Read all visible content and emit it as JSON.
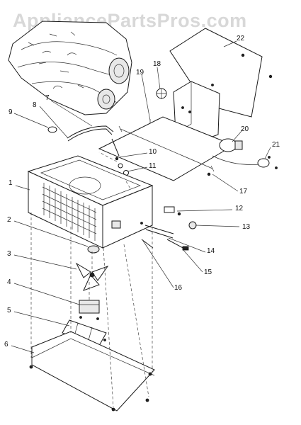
{
  "watermark": "AppliancePartsPros.com",
  "callouts": [
    "1",
    "2",
    "3",
    "4",
    "5",
    "6",
    "7",
    "8",
    "9",
    "10",
    "11",
    "12",
    "13",
    "14",
    "15",
    "16",
    "17",
    "18",
    "19",
    "20",
    "21",
    "22"
  ],
  "colors": {
    "ink": "#1a1a1a",
    "watermark": "#d8d8d8",
    "background": "#ffffff"
  }
}
